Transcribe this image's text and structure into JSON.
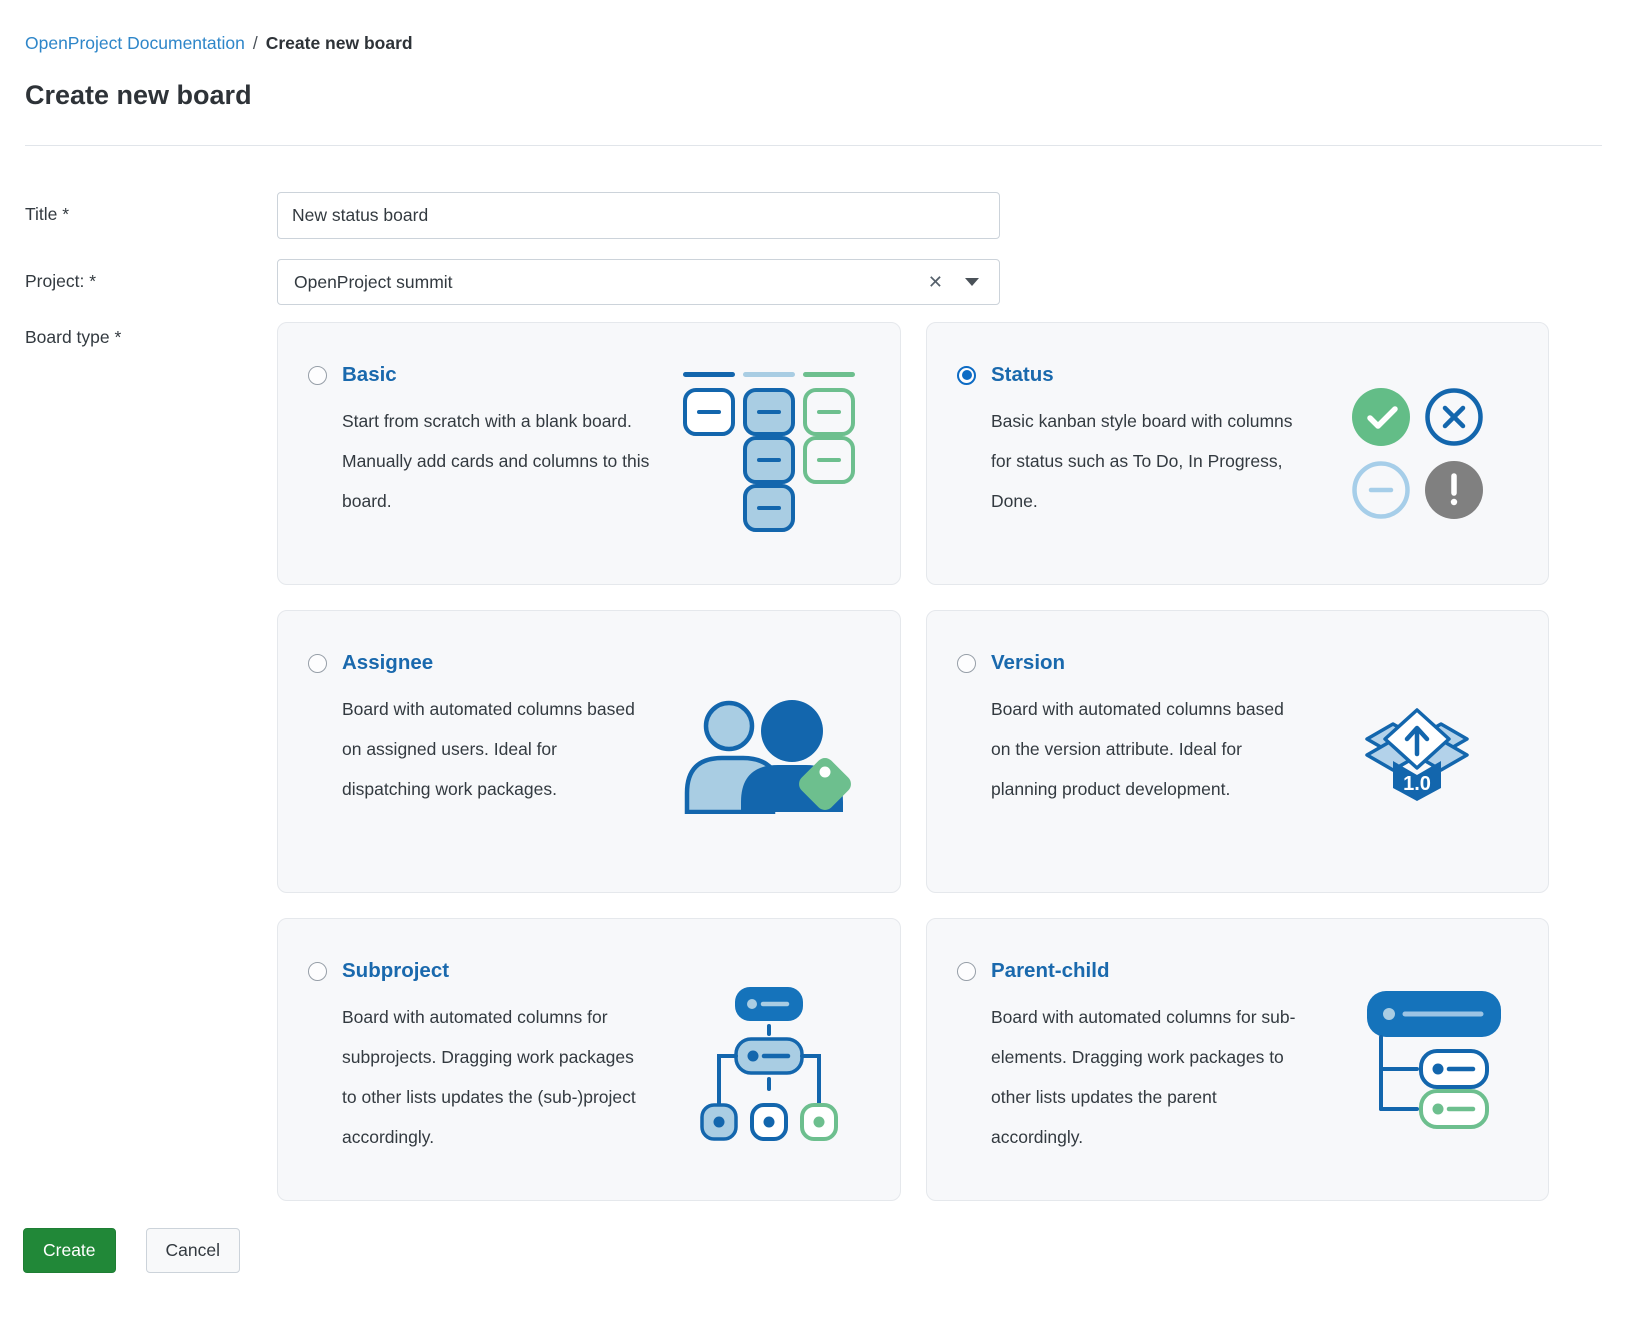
{
  "breadcrumb": {
    "link": "OpenProject Documentation",
    "separator": "/",
    "current": "Create new board"
  },
  "page_title": "Create new board",
  "form": {
    "title": {
      "label": "Title *",
      "value": "New status board"
    },
    "project": {
      "label": "Project: *",
      "value": "OpenProject summit",
      "clear_icon": "x-icon",
      "dropdown_icon": "caret-down-icon"
    },
    "board_type": {
      "label": "Board type *"
    }
  },
  "board_types": [
    {
      "label": "Basic",
      "selected": false,
      "icon": "kanban-columns-icon",
      "description": "Start from scratch with a blank board. Manually add cards and columns to this board."
    },
    {
      "label": "Status",
      "selected": true,
      "icon": "status-circles-icon",
      "description": "Basic kanban style board with columns for status such as To Do, In Progress, Done."
    },
    {
      "label": "Assignee",
      "selected": false,
      "icon": "assignee-users-tag-icon",
      "description": "Board with automated columns based on assigned users. Ideal for dispatching work packages."
    },
    {
      "label": "Version",
      "selected": false,
      "icon": "version-release-box-icon",
      "badge": "1.0",
      "description": "Board with automated columns based on the version attribute. Ideal for planning product development."
    },
    {
      "label": "Subproject",
      "selected": false,
      "icon": "subproject-hierarchy-icon",
      "description": "Board with automated columns for subprojects. Dragging work packages to other lists updates the (sub-)project accordingly."
    },
    {
      "label": "Parent-child",
      "selected": false,
      "icon": "parent-child-hierarchy-icon",
      "description": "Board with automated columns for sub-elements. Dragging work packages to other lists updates the parent accordingly."
    }
  ],
  "actions": {
    "create": "Create",
    "cancel": "Cancel"
  },
  "colors": {
    "accent_blue": "#1366ad",
    "solid_blue": "#1573bb",
    "light_blue": "#a9cde3",
    "green": "#6dbf8e",
    "status_green": "#63bd87",
    "status_gray": "#808080",
    "create_button_green": "#218838",
    "link_blue": "#2e86c9",
    "card_title_blue": "#1a69ad"
  }
}
